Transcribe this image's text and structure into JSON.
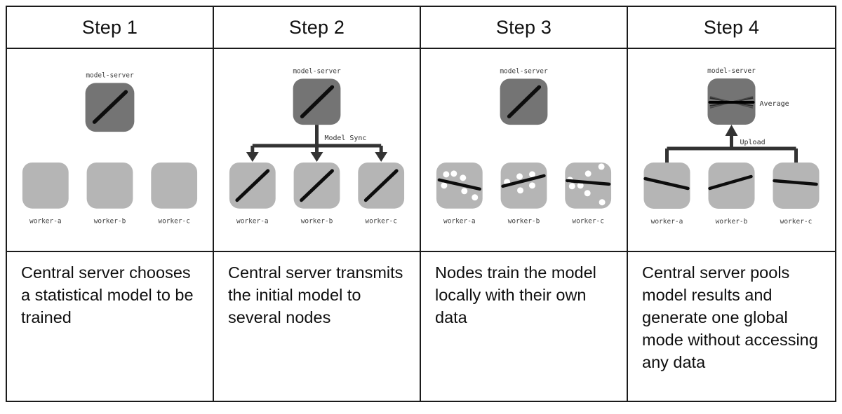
{
  "columns": [
    {
      "step": "Step 1",
      "description": "Central server chooses a statistical model to be trained",
      "server_label": "model-server",
      "workers": [
        "worker-a",
        "worker-b",
        "worker-c"
      ]
    },
    {
      "step": "Step 2",
      "description": "Central server transmits the initial model to several nodes",
      "server_label": "model-server",
      "workers": [
        "worker-a",
        "worker-b",
        "worker-c"
      ],
      "arrow_label": "Model Sync"
    },
    {
      "step": "Step 3",
      "description": "Nodes train the model locally with their own data",
      "server_label": "model-server",
      "workers": [
        "worker-a",
        "worker-b",
        "worker-c"
      ]
    },
    {
      "step": "Step 4",
      "description": "Central server pools model results and generate one global mode without accessing any data",
      "server_label": "model-server",
      "workers": [
        "worker-a",
        "worker-b",
        "worker-c"
      ],
      "arrow_label": "Upload",
      "average_label": "Average"
    }
  ],
  "colors": {
    "server_fill": "#747474",
    "worker_fill": "#b5b5b5",
    "connector": "#333333",
    "model_line": "#0d0d0d",
    "data_point": "#ffffff",
    "border": "#1b1b1b",
    "label_text": "#3c3c3c"
  }
}
